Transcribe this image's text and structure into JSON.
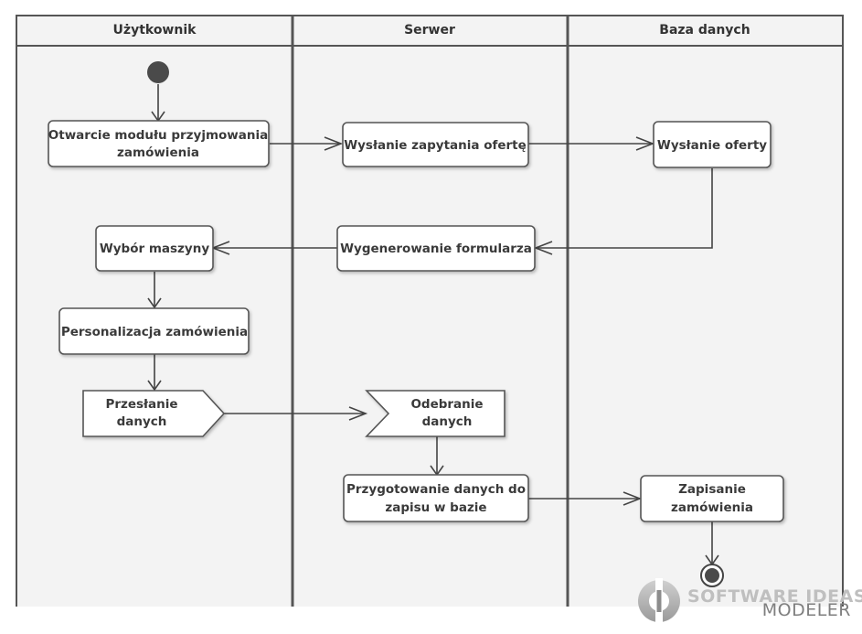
{
  "lanes": [
    {
      "title": "Użytkownik"
    },
    {
      "title": "Serwer"
    },
    {
      "title": "Baza danych"
    }
  ],
  "actions": {
    "open_module": [
      "Otwarcie modułu przyjmowania",
      "zamówienia"
    ],
    "send_query": [
      "Wysłanie zapytania ofertę"
    ],
    "send_offer": [
      "Wysłanie oferty"
    ],
    "generate_form": [
      "Wygenerowanie formularza"
    ],
    "choose_machine": [
      "Wybór maszyny"
    ],
    "personalize": [
      "Personalizacja zamówienia"
    ],
    "prepare_data": [
      "Przygotowanie danych do",
      "zapisu w bazie"
    ],
    "save_order": [
      "Zapisanie",
      "zamówienia"
    ]
  },
  "signals": {
    "send_data": [
      "Przesłanie",
      "danych"
    ],
    "receive_data": [
      "Odebranie",
      "danych"
    ]
  },
  "watermark": {
    "line1": "SOFTWARE IDEAS",
    "line2": "MODELER"
  }
}
